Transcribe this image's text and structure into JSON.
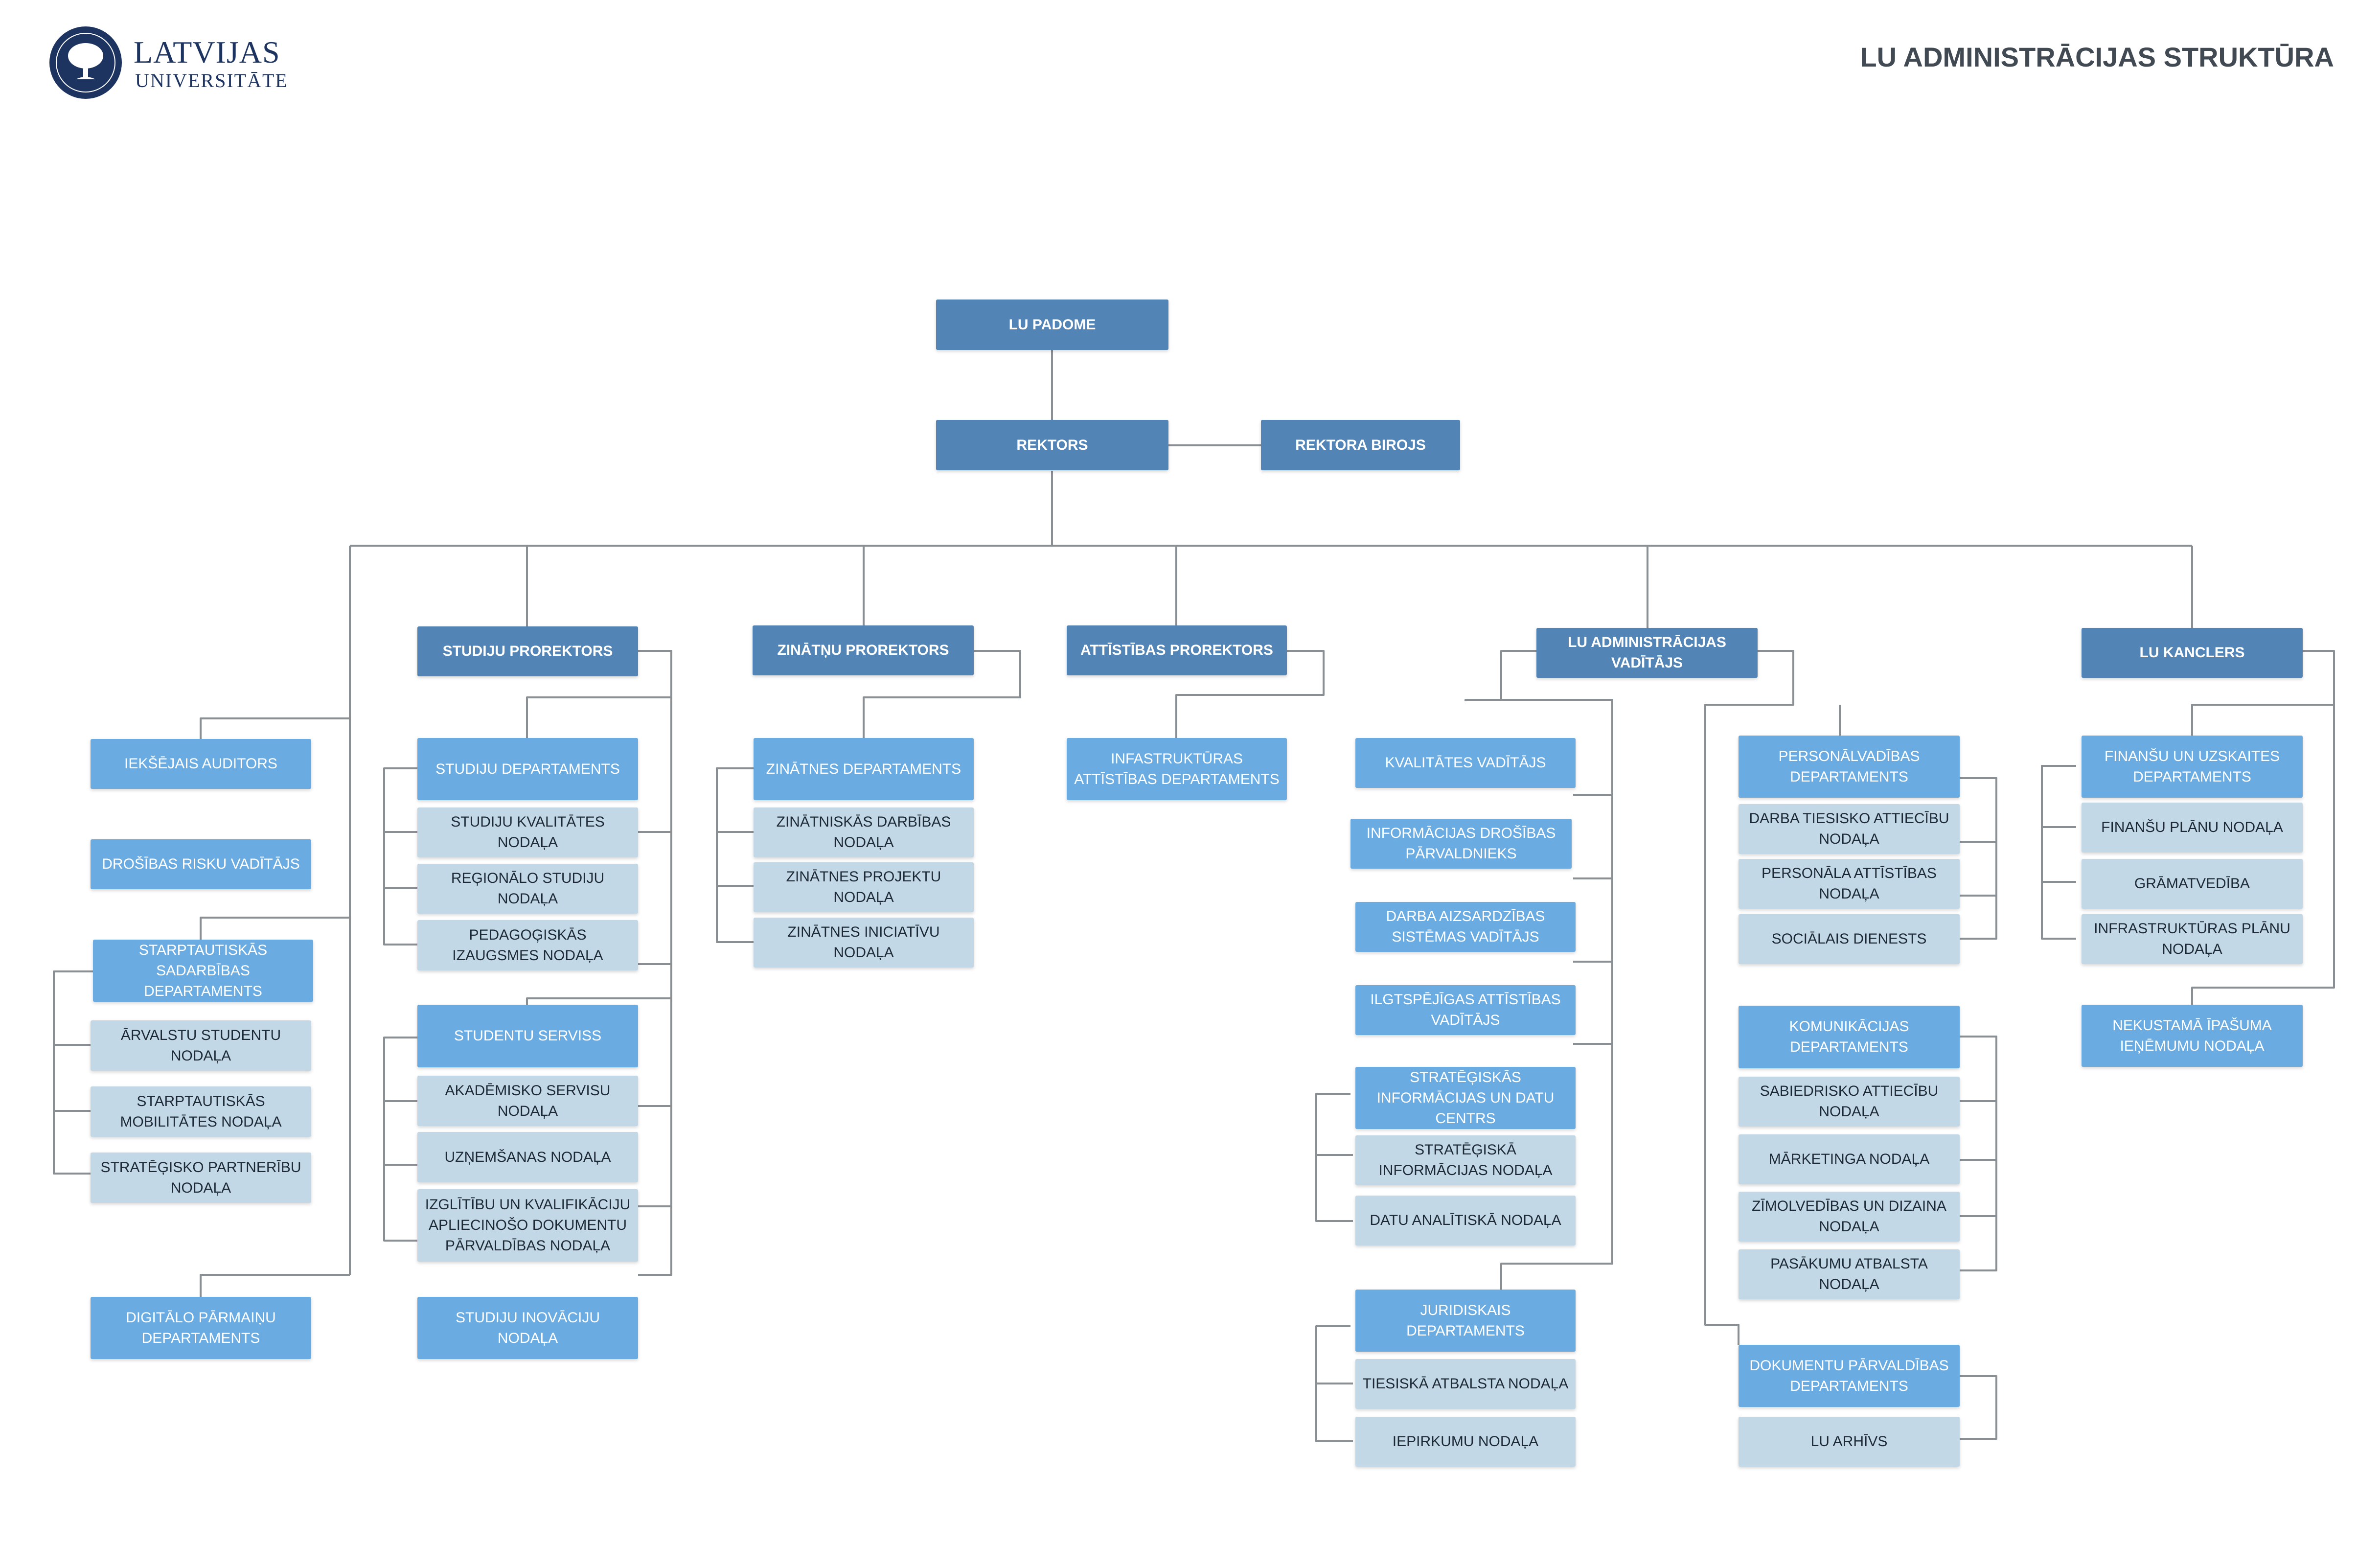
{
  "logo": {
    "line1": "LATVIJAS",
    "line2": "UNIVERSITĀTE"
  },
  "title": "LU ADMINISTRĀCIJAS STRUKTŪRA",
  "colors": {
    "top_level": "#5284b6",
    "department": "#6aace2",
    "unit": "#c3d8e7",
    "connector": "#8a8f94",
    "logo": "#1d3461",
    "title": "#414952"
  },
  "nodes": {
    "padome": "LU PADOME",
    "rektors": "REKTORS",
    "rektora_birojs": "REKTORA BIROJS",
    "studiju_prorektors": "STUDIJU PROREKTORS",
    "zinatnu_prorektors": "ZINĀTŅU PROREKTORS",
    "attistibas_prorektors": "ATTĪSTĪBAS PROREKTORS",
    "admin_vaditajs": "LU ADMINISTRĀCIJAS VADĪTĀJS",
    "kanclers": "LU KANCLERS",
    "auditors": "IEKŠĒJAIS AUDITORS",
    "drosibas_risku": "DROŠĪBAS RISKU VADĪTĀJS",
    "starpt_dep": "STARPTAUTISKĀS SADARBĪBAS DEPARTAMENTS",
    "arvalstu": "ĀRVALSTU STUDENTU NODAĻA",
    "starpt_mob": "STARPTAUTISKĀS MOBILITĀTES NODAĻA",
    "strat_partner": "STRATĒĢISKO PARTNERĪBU NODAĻA",
    "digitalo": "DIGITĀLO PĀRMAIŅU DEPARTAMENTS",
    "studiju_dep": "STUDIJU DEPARTAMENTS",
    "studiju_kval": "STUDIJU KVALITĀTES NODAĻA",
    "regionalo": "REĢIONĀLO STUDIJU NODAĻA",
    "pedagog": "PEDAGOĢISKĀS IZAUGSMES NODAĻA",
    "studentu_serviss": "STUDENTU SERVISS",
    "akademisko": "AKADĒMISKO SERVISU NODAĻA",
    "uznemsanas": "UZŅEMŠANAS NODAĻA",
    "izglitibu": "IZGLĪTĪBU UN KVALIFIKĀCIJU APLIECINOŠO DOKUMENTU PĀRVALDĪBAS NODAĻA",
    "studiju_inov": "STUDIJU INOVĀCIJU NODAĻA",
    "zinatnes_dep": "ZINĀTNES DEPARTAMENTS",
    "zinatniskas": "ZINĀTNISKĀS DARBĪBAS NODAĻA",
    "zinatnes_proj": "ZINĀTNES PROJEKTU NODAĻA",
    "zinatnes_inic": "ZINĀTNES INICIATĪVU NODAĻA",
    "infrastr_att": "INFASTRUKTŪRAS ATTĪSTĪBAS DEPARTAMENTS",
    "kvalitates": "KVALITĀTES VADĪTĀJS",
    "inform_dros": "INFORMĀCIJAS DROŠĪBAS PĀRVALDNIEKS",
    "darba_aizs": "DARBA AIZSARDZĪBAS SISTĒMAS VADĪTĀJS",
    "ilgtspejigas": "ILGTSPĒJĪGAS ATTĪSTĪBAS VADĪTĀJS",
    "strat_inf_centrs": "STRATĒĢISKĀS INFORMĀCIJAS UN DATU CENTRS",
    "strat_inf_nod": "STRATĒĢISKĀ INFORMĀCIJAS NODAĻA",
    "datu_anal": "DATU ANALĪTISKĀ NODAĻA",
    "juridiskais": "JURIDISKAIS DEPARTAMENTS",
    "tiesiska": "TIESISKĀ ATBALSTA NODAĻA",
    "iepirkumu": "IEPIRKUMU NODAĻA",
    "personal_dep": "PERSONĀLVADĪBAS DEPARTAMENTS",
    "darba_ties": "DARBA TIESISKO ATTIECĪBU NODAĻA",
    "personala_att": "PERSONĀLA ATTĪSTĪBAS NODAĻA",
    "socialais": "SOCIĀLAIS DIENESTS",
    "komunik_dep": "KOMUNIKĀCIJAS DEPARTAMENTS",
    "sabiedrisko": "SABIEDRISKO ATTIECĪBU NODAĻA",
    "marketinga": "MĀRKETINGA NODAĻA",
    "zimolved": "ZĪMOLVEDĪBAS UN DIZAINA NODAĻA",
    "pasakumu": "PASĀKUMU ATBALSTA NODAĻA",
    "dokumentu_dep": "DOKUMENTU PĀRVALDĪBAS DEPARTAMENTS",
    "lu_arhivs": "LU ARHĪVS",
    "finansu_dep": "FINANŠU UN UZSKAITES DEPARTAMENTS",
    "finansu_planu": "FINANŠU PLĀNU NODAĻA",
    "gramatvediba": "GRĀMATVEDĪBA",
    "infrastr_planu": "INFRASTRUKTŪRAS PLĀNU NODAĻA",
    "nekustama": "NEKUSTAMĀ ĪPAŠUMA IEŅĒMUMU NODAĻA"
  }
}
